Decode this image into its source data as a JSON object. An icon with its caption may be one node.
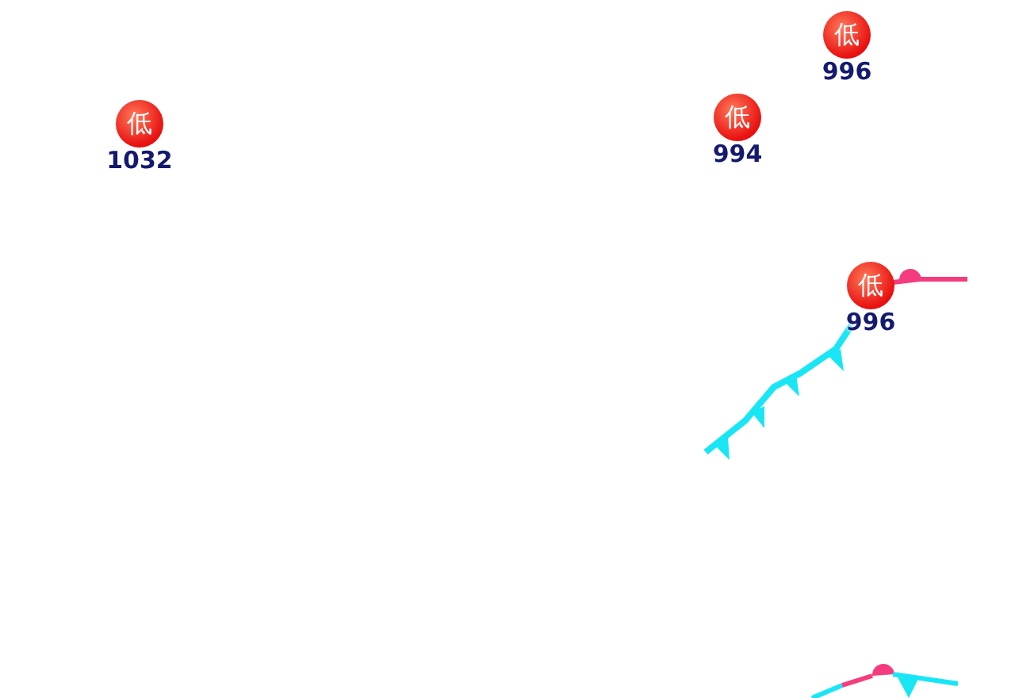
{
  "diagram": {
    "nodes": [
      {
        "text": [
          "低"
        ],
        "beside": [
          "996"
        ]
      },
      {
        "text": [
          "低"
        ],
        "beside": [
          "1032"
        ]
      },
      {
        "text": [
          "低"
        ],
        "beside": [
          "994"
        ]
      },
      {
        "text": [
          "低"
        ],
        "beside": [
          "996"
        ]
      }
    ]
  }
}
